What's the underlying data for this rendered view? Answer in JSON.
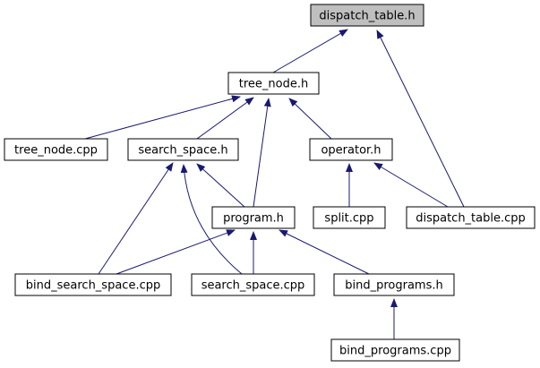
{
  "graph": {
    "edge_color": "#191970",
    "node_border": "#000000",
    "node_fill": "#ffffff",
    "root_fill": "#bfbfbf",
    "nodes": {
      "dispatch_table_h": {
        "label": "dispatch_table.h",
        "highlighted": true
      },
      "tree_node_h": {
        "label": "tree_node.h"
      },
      "tree_node_cpp": {
        "label": "tree_node.cpp"
      },
      "search_space_h": {
        "label": "search_space.h"
      },
      "operator_h": {
        "label": "operator.h"
      },
      "program_h": {
        "label": "program.h"
      },
      "split_cpp": {
        "label": "split.cpp"
      },
      "dispatch_table_cpp": {
        "label": "dispatch_table.cpp"
      },
      "bind_search_space_cpp": {
        "label": "bind_search_space.cpp"
      },
      "search_space_cpp": {
        "label": "search_space.cpp"
      },
      "bind_programs_h": {
        "label": "bind_programs.h"
      },
      "bind_programs_cpp": {
        "label": "bind_programs.cpp"
      }
    },
    "edges": [
      {
        "from": "tree_node_h",
        "to": "dispatch_table_h"
      },
      {
        "from": "dispatch_table_cpp",
        "to": "dispatch_table_h"
      },
      {
        "from": "tree_node_cpp",
        "to": "tree_node_h"
      },
      {
        "from": "search_space_h",
        "to": "tree_node_h"
      },
      {
        "from": "program_h",
        "to": "tree_node_h"
      },
      {
        "from": "operator_h",
        "to": "tree_node_h"
      },
      {
        "from": "bind_search_space_cpp",
        "to": "search_space_h"
      },
      {
        "from": "search_space_cpp",
        "to": "search_space_h"
      },
      {
        "from": "program_h",
        "to": "search_space_h"
      },
      {
        "from": "split_cpp",
        "to": "operator_h"
      },
      {
        "from": "dispatch_table_cpp",
        "to": "operator_h"
      },
      {
        "from": "bind_search_space_cpp",
        "to": "program_h"
      },
      {
        "from": "search_space_cpp",
        "to": "program_h"
      },
      {
        "from": "bind_programs_h",
        "to": "program_h"
      },
      {
        "from": "bind_programs_cpp",
        "to": "bind_programs_h"
      }
    ]
  }
}
